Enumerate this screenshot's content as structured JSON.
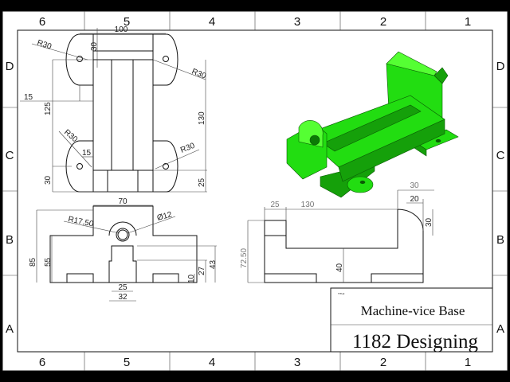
{
  "drawing": {
    "zones": {
      "columns": [
        "6",
        "5",
        "4",
        "3",
        "2",
        "1"
      ],
      "rows": [
        "D",
        "C",
        "B",
        "A"
      ]
    },
    "title_block": {
      "title_label": "TITLE:",
      "title": "Machine-vice Base",
      "subtitle": "1182 Designing"
    },
    "top_view": {
      "dims": [
        "100",
        "30",
        "R30",
        "R30",
        "15",
        "125",
        "130",
        "R30",
        "15",
        "R30",
        "30",
        "25"
      ]
    },
    "front_view": {
      "dims": [
        "70",
        "R17.50",
        "Ø12",
        "85",
        "55",
        "43",
        "27",
        "10",
        "25",
        "32"
      ]
    },
    "side_view": {
      "dims": [
        "30",
        "25",
        "130",
        "20",
        "30",
        "72.50",
        "40"
      ]
    },
    "colors": {
      "model": "#22dd11",
      "model_dark": "#15a00a",
      "model_light": "#55ff33"
    }
  }
}
